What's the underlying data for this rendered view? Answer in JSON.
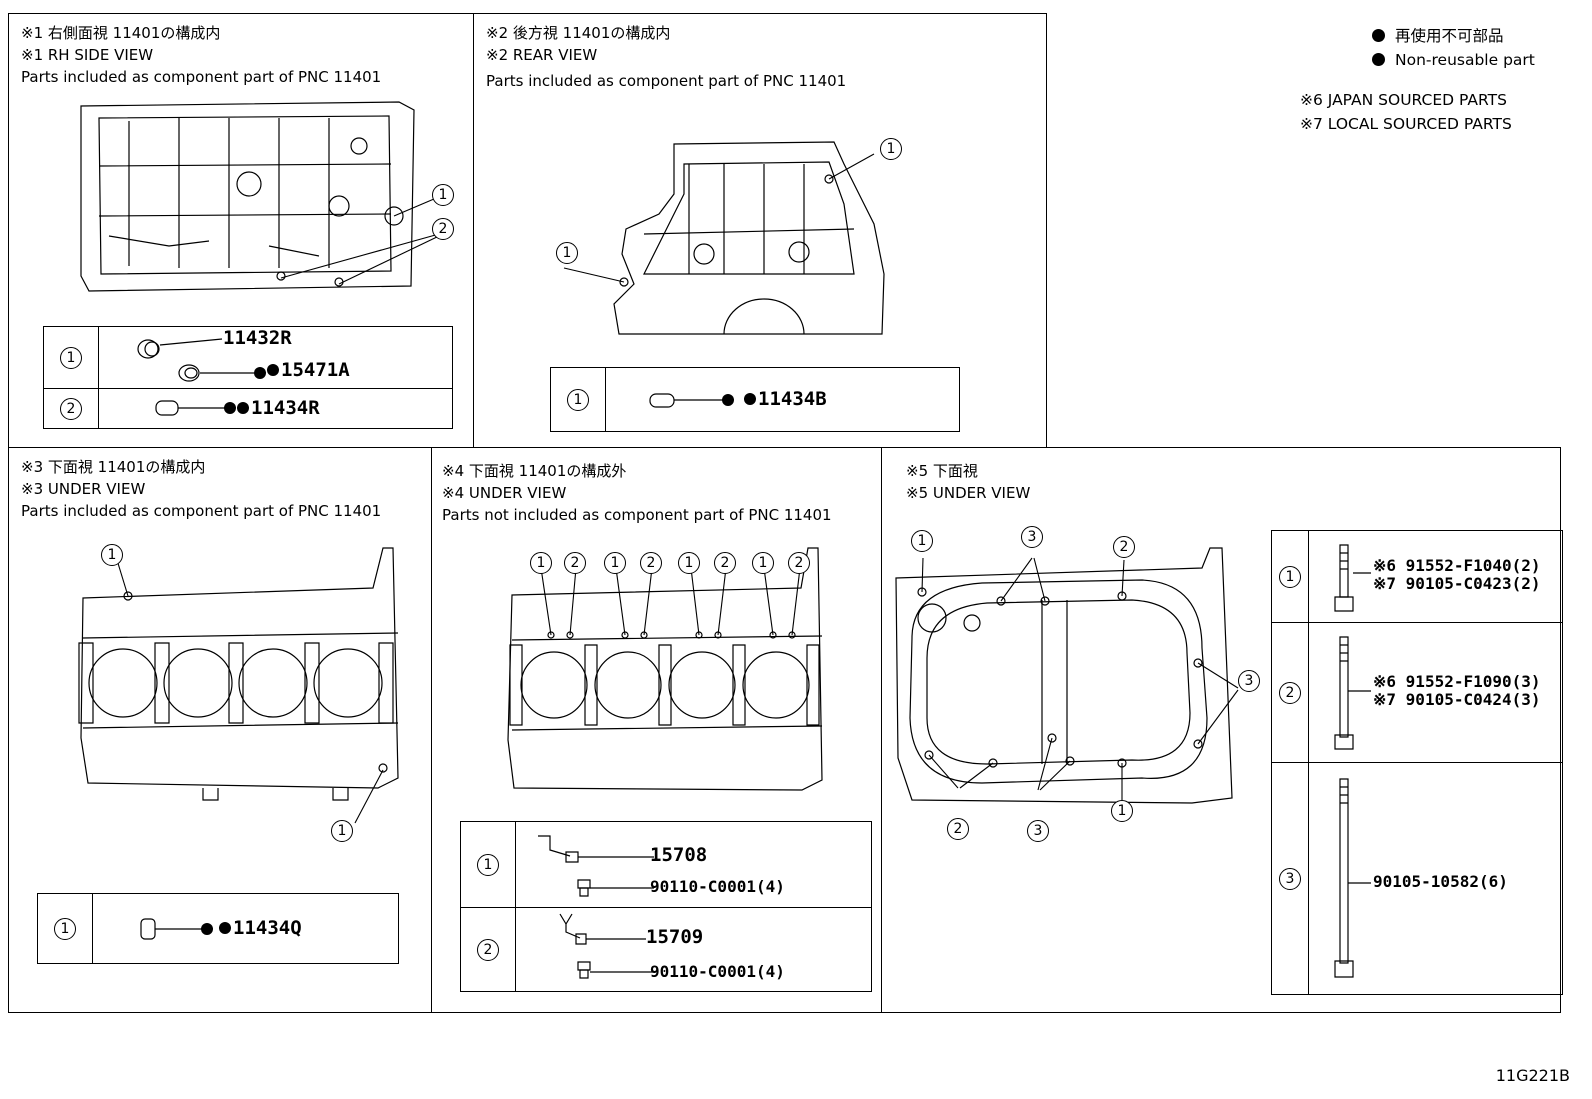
{
  "legend": {
    "nonreusable_jp": "再使用不可部品",
    "nonreusable_en": "Non-reusable part",
    "japan_sourced": "※6 JAPAN SOURCED PARTS",
    "local_sourced": "※7 LOCAL SOURCED PARTS"
  },
  "panel1": {
    "title_jp": "※1 右側面視 11401の構成内",
    "title_en": "※1 RH SIDE VIEW",
    "subtitle": "Parts included as component part of PNC 11401",
    "callouts": [
      "1",
      "2"
    ],
    "rows": [
      {
        "num": "1",
        "parts": [
          "11432R",
          "15471A"
        ]
      },
      {
        "num": "2",
        "parts": [
          "11434R"
        ]
      }
    ]
  },
  "panel2": {
    "title_jp": "※2 後方視 11401の構成内",
    "title_en": "※2 REAR VIEW",
    "subtitle": "Parts included as component part of PNC 11401",
    "callouts": [
      "1",
      "1"
    ],
    "rows": [
      {
        "num": "1",
        "parts": [
          "11434B"
        ]
      }
    ]
  },
  "panel3": {
    "title_jp": "※3 下面視 11401の構成内",
    "title_en": "※3 UNDER VIEW",
    "subtitle": "Parts included as component part of PNC 11401",
    "callouts": [
      "1",
      "1"
    ],
    "rows": [
      {
        "num": "1",
        "parts": [
          "11434Q"
        ]
      }
    ]
  },
  "panel4": {
    "title_jp": "※4 下面視 11401の構成外",
    "title_en": "※4 UNDER VIEW",
    "subtitle": "Parts not included as component part of PNC 11401",
    "callouts": [
      "1",
      "2",
      "1",
      "2",
      "1",
      "2",
      "1",
      "2"
    ],
    "rows": [
      {
        "num": "1",
        "parts": [
          "15708",
          "90110-C0001(4)"
        ]
      },
      {
        "num": "2",
        "parts": [
          "15709",
          "90110-C0001(4)"
        ]
      }
    ]
  },
  "panel5": {
    "title_jp": "※5 下面視",
    "title_en": "※5 UNDER VIEW",
    "callouts": [
      "1",
      "3",
      "2",
      "3",
      "2",
      "3",
      "1"
    ],
    "rows": [
      {
        "num": "1",
        "parts": [
          "※6 91552-F1040(2)",
          "※7 90105-C0423(2)"
        ]
      },
      {
        "num": "2",
        "parts": [
          "※6 91552-F1090(3)",
          "※7 90105-C0424(3)"
        ]
      },
      {
        "num": "3",
        "parts": [
          "90105-10582(6)"
        ]
      }
    ]
  },
  "footer": {
    "code": "11G221B"
  }
}
